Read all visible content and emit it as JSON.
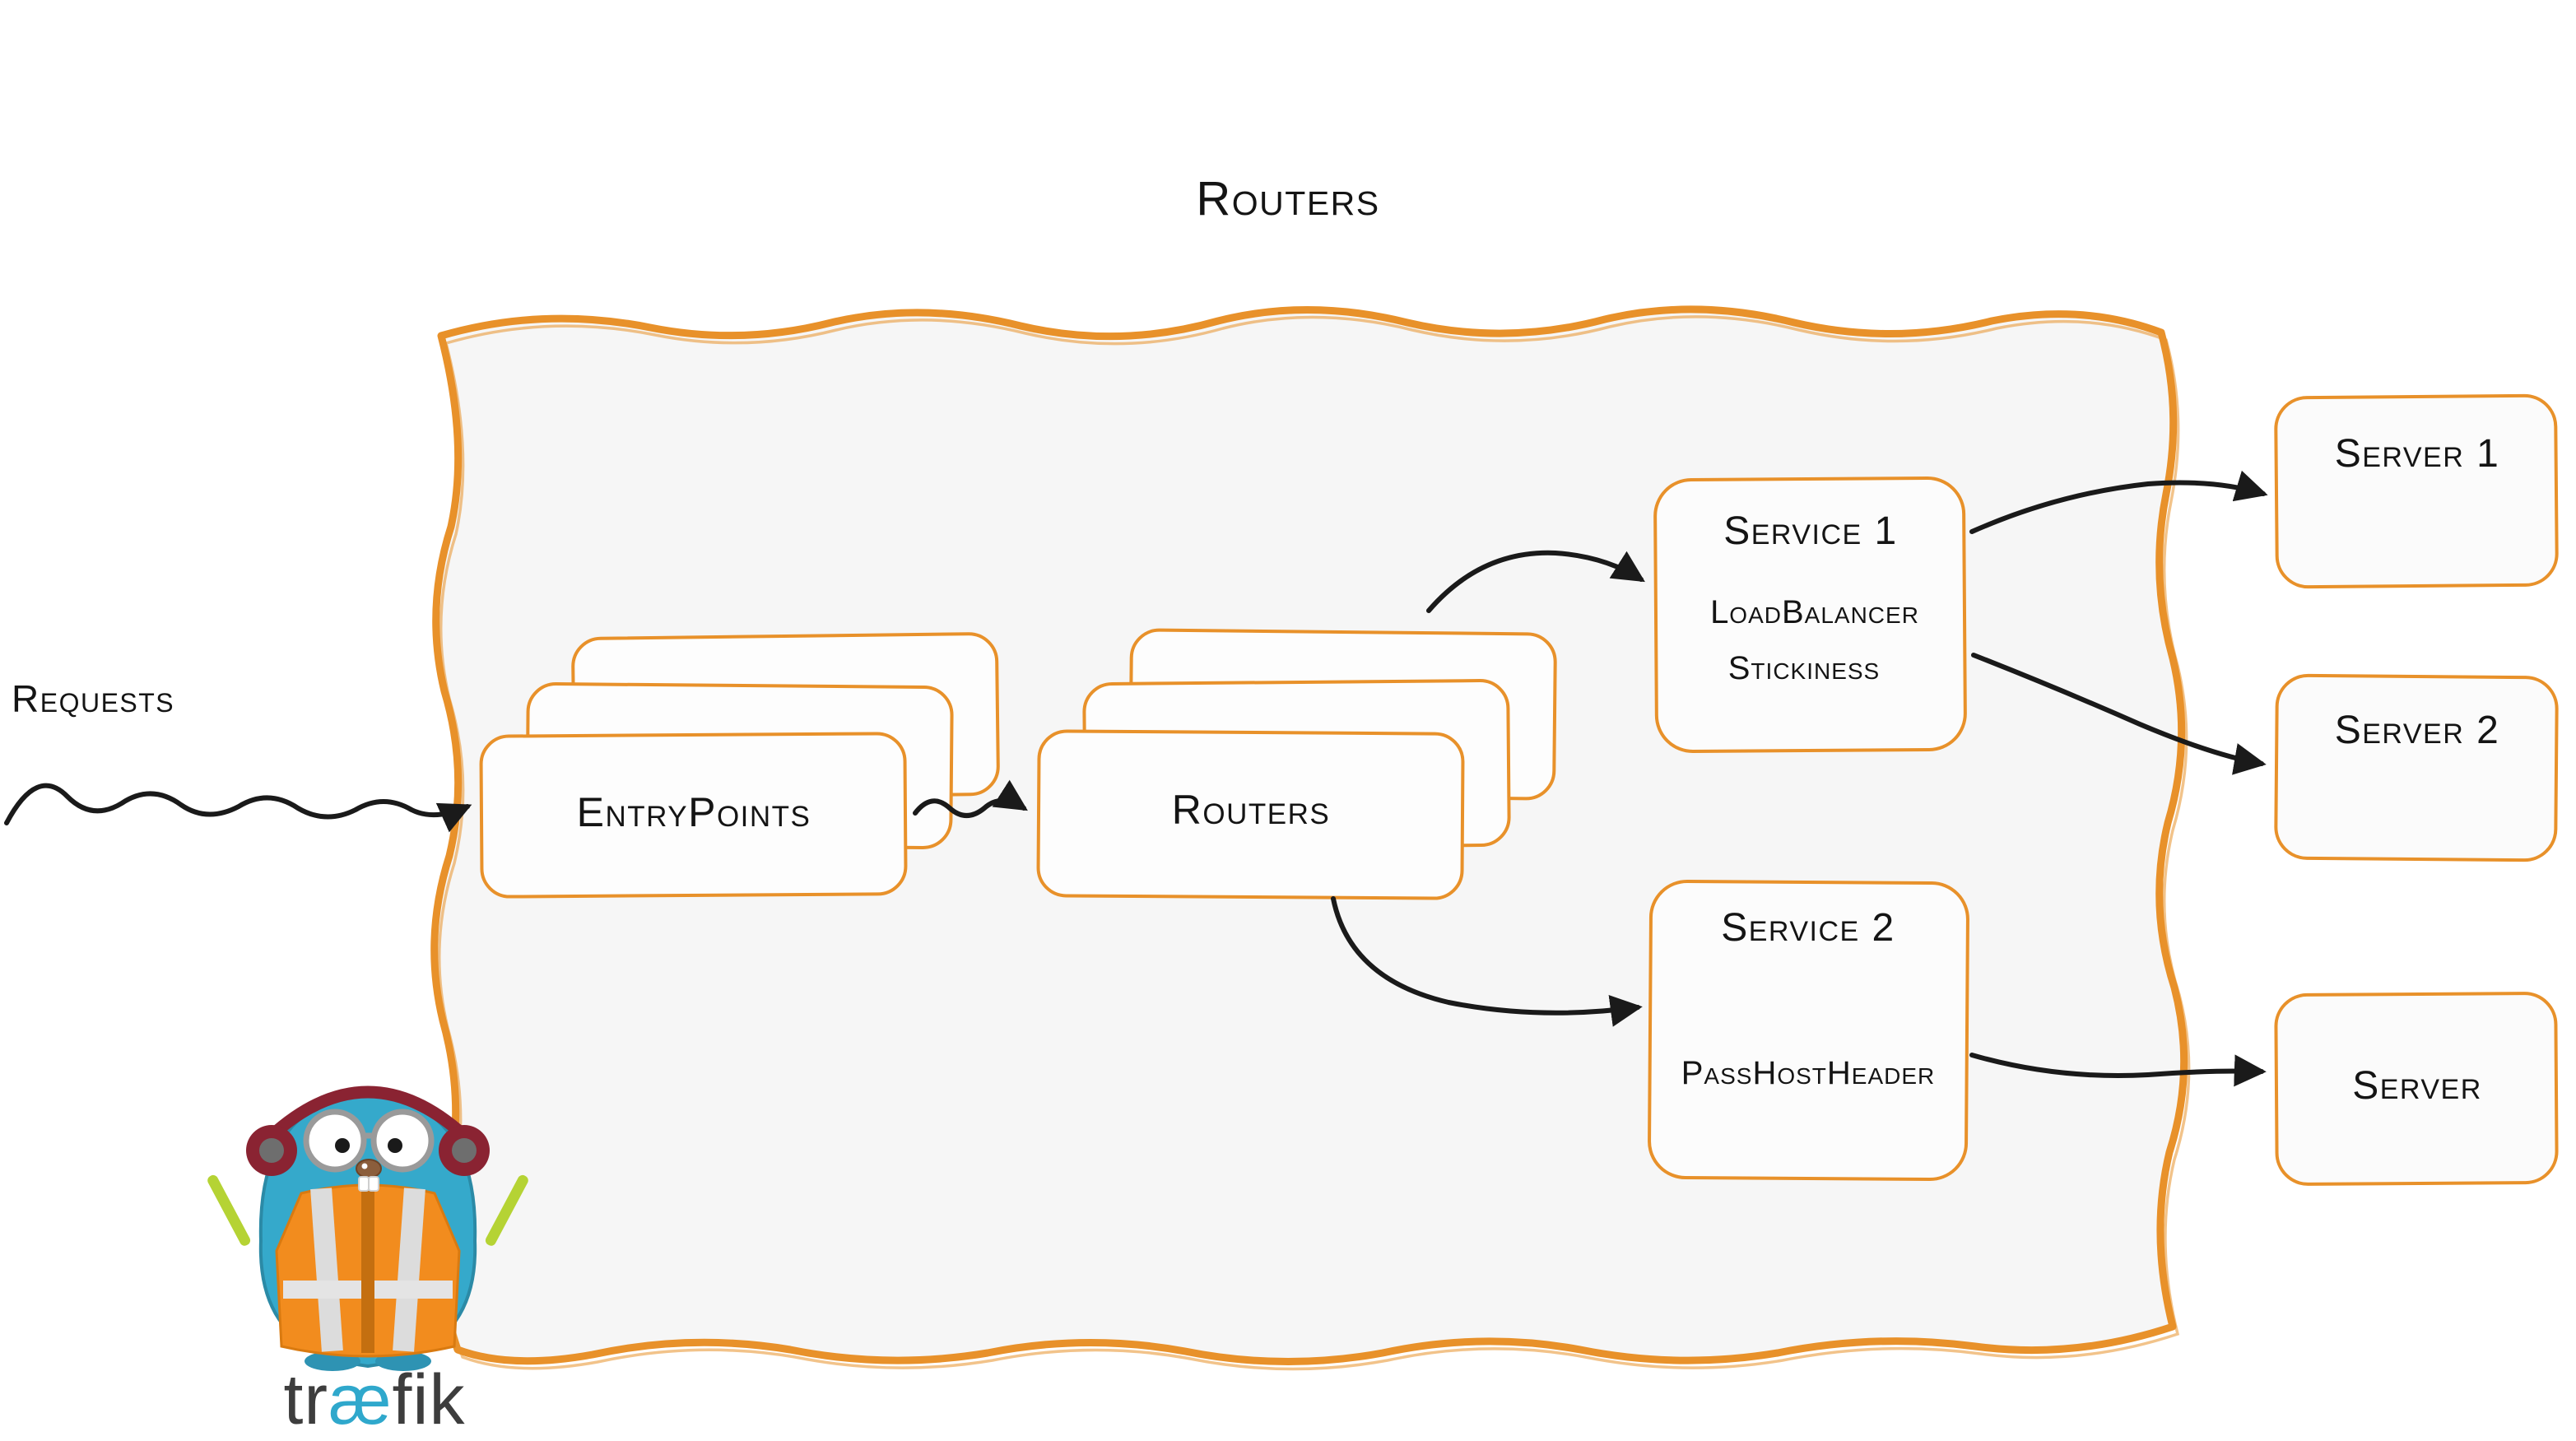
{
  "diagram": {
    "title": "Routers",
    "requests_label": "Requests",
    "entrypoints": {
      "label": "EntryPoints"
    },
    "routers_cards": {
      "label": "Routers"
    },
    "service1": {
      "title": "Service 1",
      "features": [
        "LoadBalancer",
        "Stickiness"
      ]
    },
    "service2": {
      "title": "Service 2",
      "features": [
        "PassHostHeader"
      ]
    },
    "servers": [
      {
        "label": "Server 1"
      },
      {
        "label": "Server 2"
      },
      {
        "label": "Server"
      }
    ],
    "logo": {
      "prefix": "tr",
      "ligature": "æ",
      "suffix": "fik"
    },
    "colors": {
      "border_orange": "#E8912A",
      "boundary_fill": "#f6f6f6",
      "card_fill": "#fdfdfd",
      "arrow_black": "#1a1a1a",
      "gopher_body_blue": "#35A9CB",
      "vest_orange": "#F28C1E",
      "headphone_maroon": "#8A2332",
      "glowstick_green": "#B5D334",
      "logo_blue": "#2FA8CC",
      "logo_text_dark": "#3d3d3d"
    }
  }
}
